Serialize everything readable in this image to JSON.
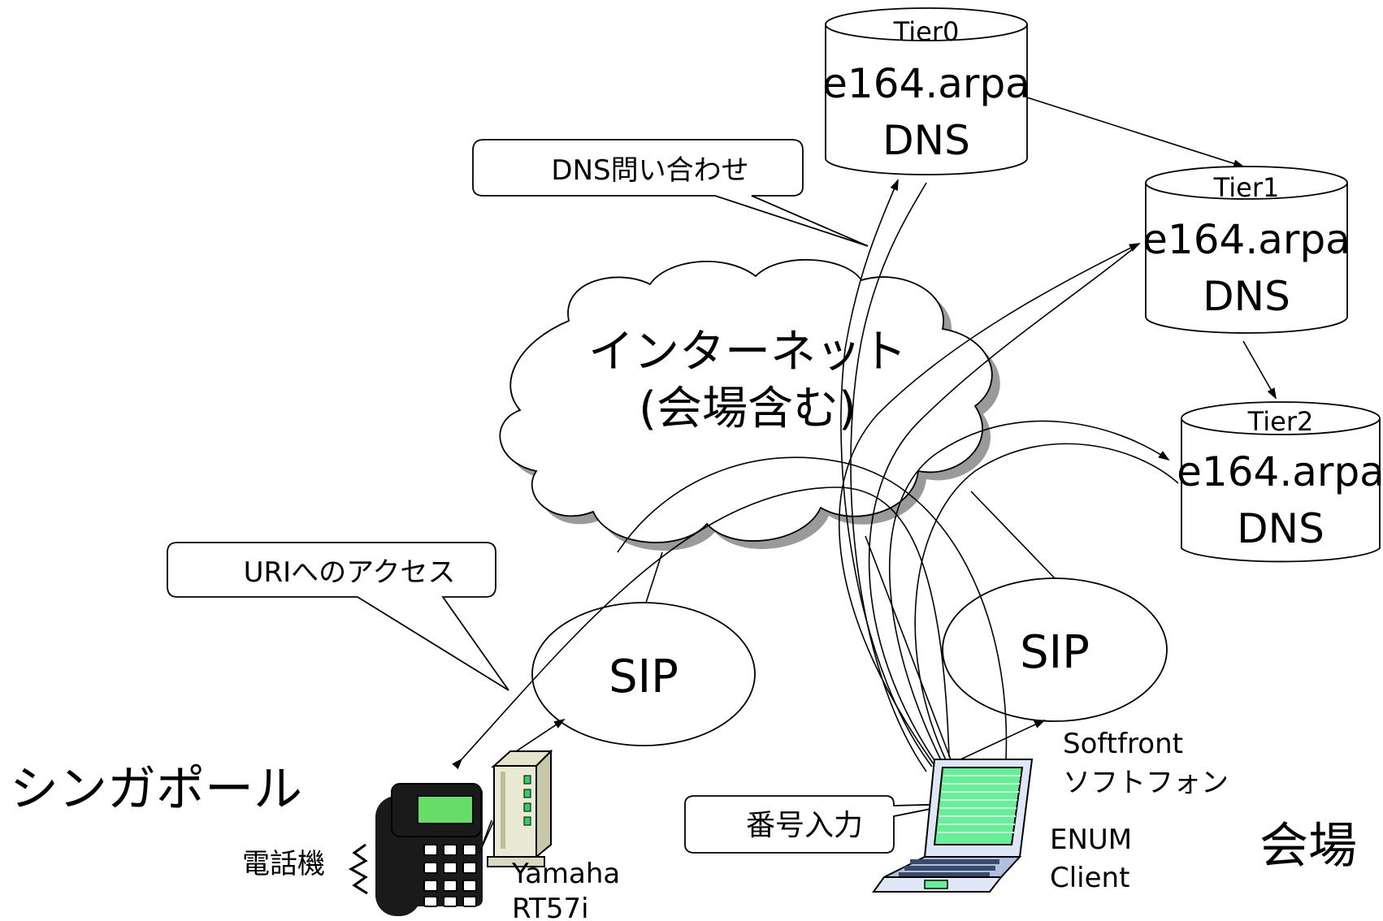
{
  "dns_servers": {
    "tier0": {
      "tier": "Tier0",
      "zone": "e164.arpa",
      "type": "DNS"
    },
    "tier1": {
      "tier": "Tier1",
      "zone": "e164.arpa",
      "type": "DNS"
    },
    "tier2": {
      "tier": "Tier2",
      "zone": "e164.arpa",
      "type": "DNS"
    }
  },
  "cloud": {
    "line1": "インターネット",
    "line2": "(会場含む)"
  },
  "sip_left": "SIP",
  "sip_right": "SIP",
  "callouts": {
    "dns_query": "DNS問い合わせ",
    "uri_access": "URIへのアクセス",
    "number_input": "番号入力"
  },
  "locations": {
    "singapore": "シンガポール",
    "venue": "会場"
  },
  "devices": {
    "phone_label": "電話機",
    "router_line1": "Yamaha",
    "router_line2": "RT57i",
    "softphone_line1": "Softfront",
    "softphone_line2": "ソフトフォン",
    "enum_line1": "ENUM",
    "enum_line2": "Client"
  },
  "colors": {
    "screen_green": "#33ff88",
    "phone_body": "#1a1a1a",
    "laptop": "#cfe0ff"
  }
}
